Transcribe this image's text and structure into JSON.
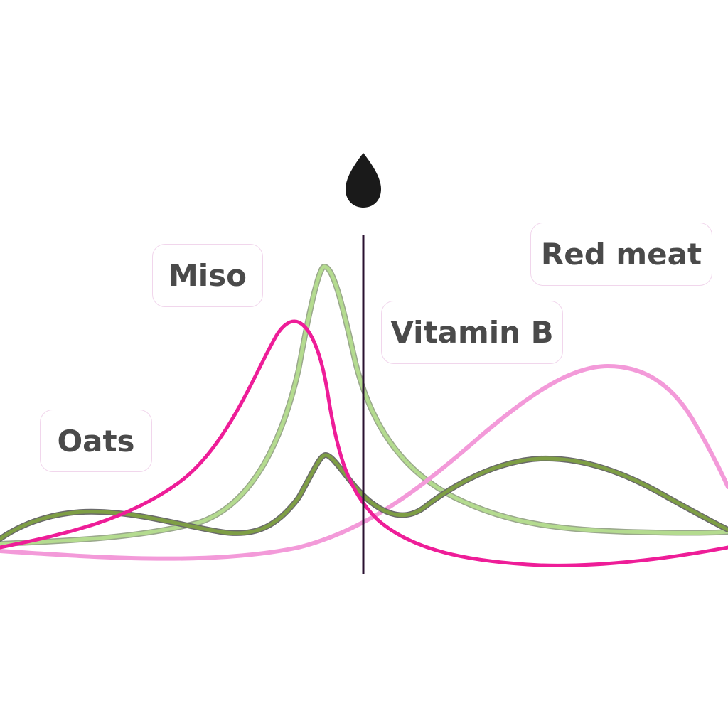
{
  "labels": {
    "oats": "Oats",
    "miso": "Miso",
    "vitamin_b": "Vitamin B",
    "red_meat": "Red meat"
  },
  "curves": [
    {
      "key": "light_green",
      "stroke": "#b4db8f",
      "outline": "#9aa88c"
    },
    {
      "key": "dark_green",
      "stroke": "#7e9e45",
      "outline": "#6a6a6a"
    },
    {
      "key": "light_pink",
      "stroke": "#f39ad9",
      "outline": null
    },
    {
      "key": "magenta",
      "stroke": "#ee1d98",
      "outline": null
    }
  ],
  "marker_line_color": "#2a1030",
  "drop_icon": {
    "name": "water-drop-icon",
    "color": "#1a1a1a"
  }
}
